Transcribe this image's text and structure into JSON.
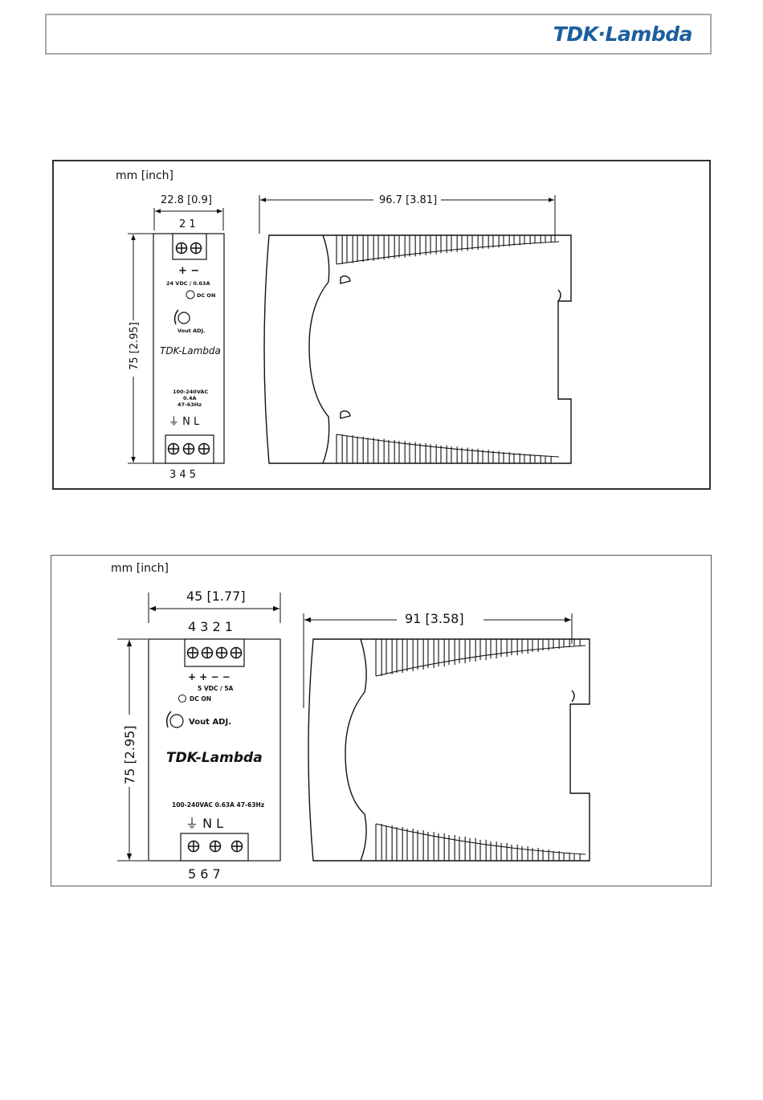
{
  "header": {
    "logo_left": "TDK",
    "logo_dot": "·",
    "logo_right": "Lambda",
    "logo_color": "#1b5f9e"
  },
  "drawing1": {
    "units": "mm [inch]",
    "width_dim": "22.8 [0.9]",
    "depth_dim": "96.7 [3.81]",
    "height_dim": "75 [2.95]",
    "top_terminals": "2 1",
    "polarity": "+ −",
    "output_rating": "24 VDC / 0.63A",
    "dc_on": "DC ON",
    "vout_adj": "Vout ADJ.",
    "brand": "TDK-Lambda",
    "input_voltage": "100-240VAC",
    "input_current": "0.4A",
    "input_freq": "47-63Hz",
    "input_labels": "⏚ N L",
    "bottom_terminals": "3 4 5"
  },
  "drawing2": {
    "units": "mm [inch]",
    "width_dim": "45 [1.77]",
    "depth_dim": "91 [3.58]",
    "height_dim": "75 [2.95]",
    "top_terminals": "4 3 2 1",
    "polarity": "+ +  − −",
    "output_rating": "5 VDC / 5A",
    "dc_on": "DC ON",
    "vout_adj": "Vout ADJ.",
    "brand": "TDK-Lambda",
    "input_rating": "100-240VAC  0.63A  47-63Hz",
    "input_labels": "⏚ N L",
    "bottom_terminals": "5 6 7"
  }
}
